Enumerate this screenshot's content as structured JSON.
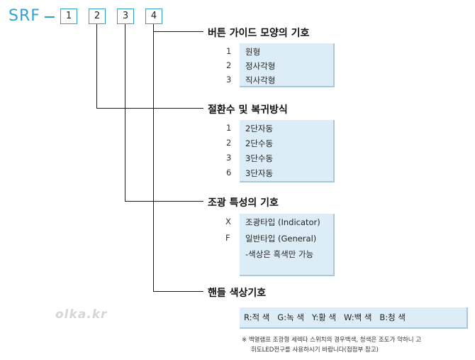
{
  "code_prefix": "SRF",
  "boxes": [
    "1",
    "2",
    "3",
    "4"
  ],
  "sections": [
    {
      "heading": "버튼 가이드 모양의 기호",
      "items": [
        {
          "code": "1",
          "label": "원형"
        },
        {
          "code": "2",
          "label": "정사각형"
        },
        {
          "code": "3",
          "label": "직사각형"
        }
      ]
    },
    {
      "heading": "절환수 및 복귀방식",
      "items": [
        {
          "code": "1",
          "label": "2단자동"
        },
        {
          "code": "2",
          "label": "2단수동"
        },
        {
          "code": "3",
          "label": "3단수동"
        },
        {
          "code": "6",
          "label": "3단자동"
        }
      ]
    },
    {
      "heading": "조광 특성의 기호",
      "items": [
        {
          "code": "X",
          "label": "조광타입 (Indicator)"
        },
        {
          "code": "F",
          "label": "일반타입 (General)"
        },
        {
          "code": "",
          "label": "-색상은 흑색만 가능"
        }
      ]
    },
    {
      "heading": "핸들 색상기호",
      "colors": "R:적 색   G:녹 색   Y:황 색   W:백 색   B:청 색"
    }
  ],
  "note": [
    "※ 백열램프 조광형 세렉타 스위치의 경우백색, 청색은 조도가 약하니 고",
    "휘도LED전구를 사용하시기 바랍니다(접점부 참고)"
  ],
  "watermark": "olka.kr",
  "colors": {
    "accent": "#2ea3d1",
    "panel": "#dcedf7",
    "panel_shadow": "#a9c8dc"
  }
}
